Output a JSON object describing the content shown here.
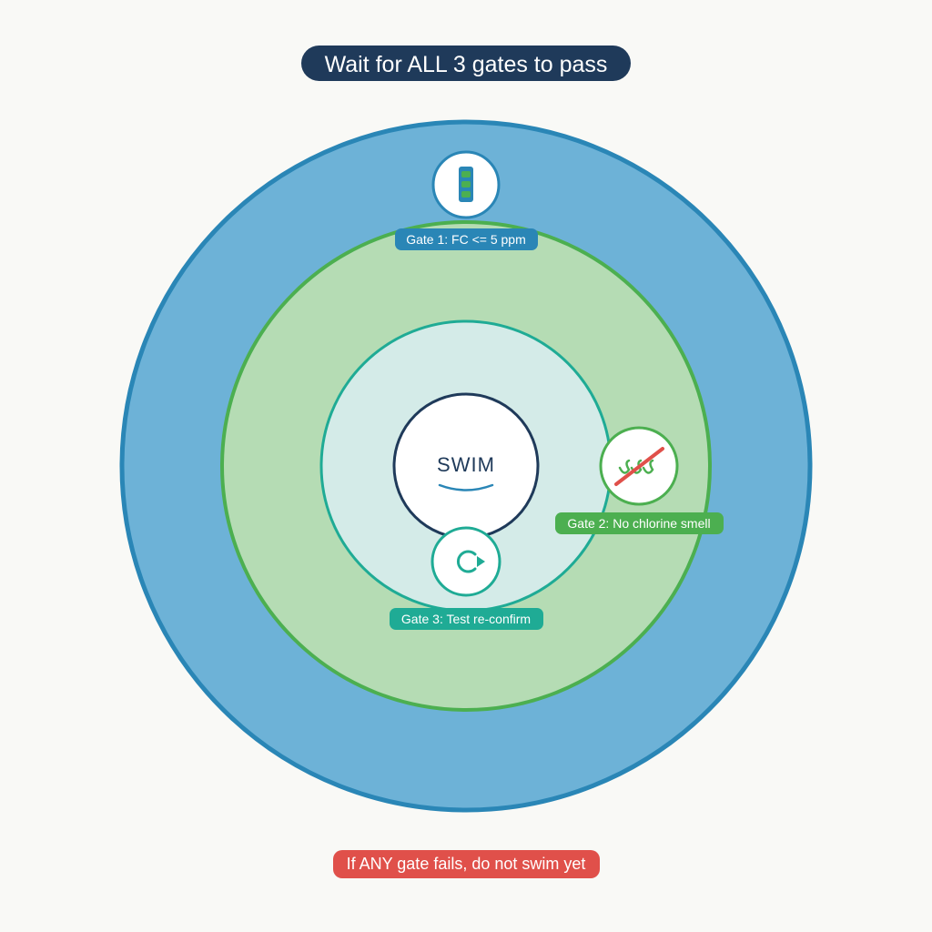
{
  "title": "Wait for ALL 3 gates to pass",
  "center": {
    "label": "SWIM"
  },
  "gates": [
    {
      "label": "Gate 1: FC <= 5 ppm",
      "icon": "test-strip-icon"
    },
    {
      "label": "Gate 2: No chlorine smell",
      "icon": "no-smell-icon"
    },
    {
      "label": "Gate 3: Test re-confirm",
      "icon": "retest-icon"
    }
  ],
  "footer": {
    "warning": "If ANY gate fails, do not swim yet"
  },
  "colors": {
    "background": "#f9f9f6",
    "title_bg": "#1f3a5a",
    "outer_ring": "#6db2d7",
    "outer_ring_stroke": "#2a86b6",
    "middle_ring": "#b5dcb4",
    "middle_ring_stroke": "#4caf50",
    "inner_ring": "#d4ebe8",
    "inner_ring_stroke": "#1fab95",
    "center_stroke": "#1f3a5a",
    "gate1": "#2a86b6",
    "gate2": "#4caf50",
    "gate3": "#1fab95",
    "warning": "#e0504a"
  }
}
